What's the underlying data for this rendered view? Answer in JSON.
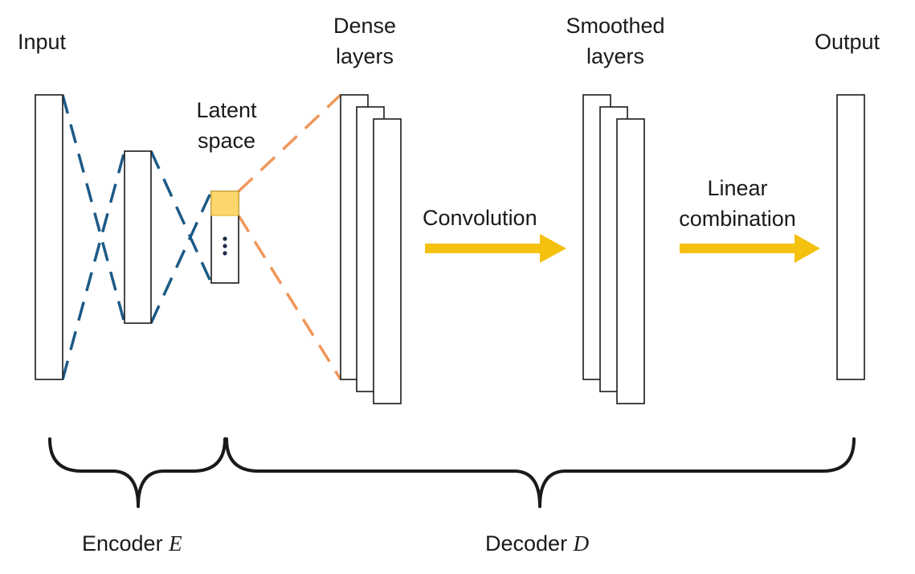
{
  "labels": {
    "input": "Input",
    "latent_line1": "Latent",
    "latent_line2": "space",
    "dense_line1": "Dense",
    "dense_line2": "layers",
    "smoothed_line1": "Smoothed",
    "smoothed_line2": "layers",
    "output": "Output",
    "convolution": "Convolution",
    "linear_line1": "Linear",
    "linear_line2": "combination",
    "encoder_text": "Encoder",
    "encoder_symbol": "E",
    "decoder_text": "Decoder",
    "decoder_symbol": "D"
  },
  "colors": {
    "encoder_lines": "#1b5a86",
    "decoder_lines": "#f0975a",
    "arrows": "#f5c10f",
    "latent_highlight": "#fdd66d",
    "latent_dots": "#1b2a4a"
  }
}
